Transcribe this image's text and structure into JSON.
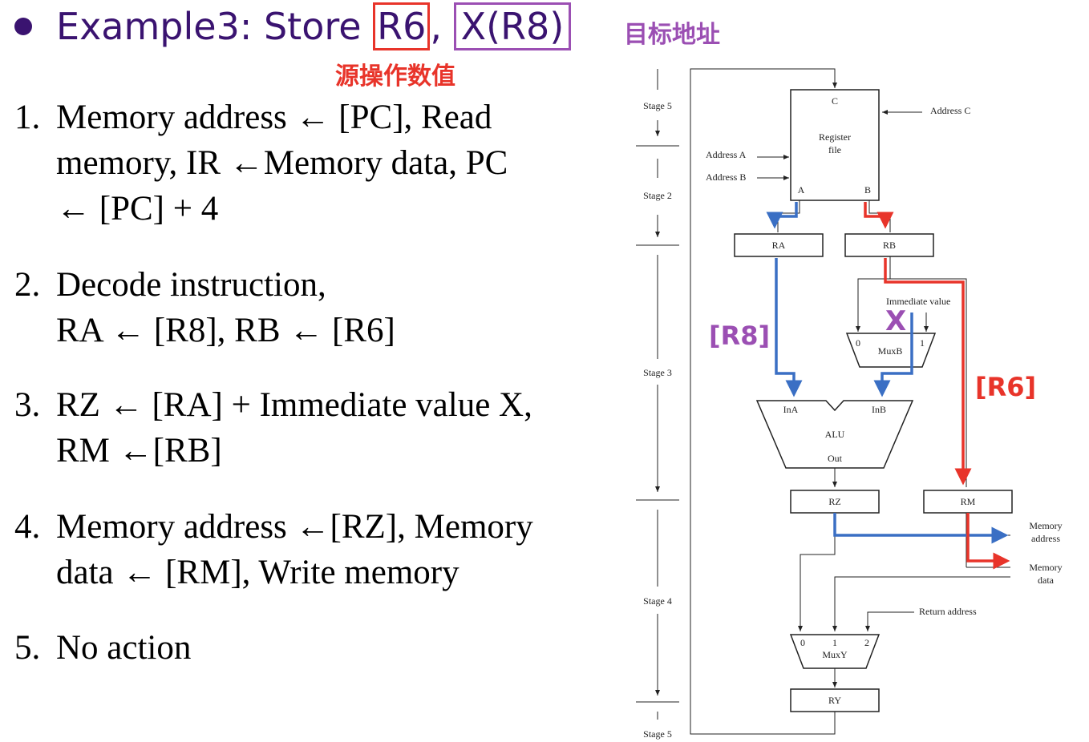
{
  "title": {
    "prefix": "Example3: Store ",
    "src_reg": "R6",
    "sep": ",",
    "dst": "X(R8)"
  },
  "annotations": {
    "dst_zh": "目标地址",
    "src_zh": "源操作数值",
    "r8_label": "[R8]",
    "r6_label": "[R6]",
    "x_label": "X"
  },
  "steps": [
    {
      "num": "1.",
      "lines": [
        "Memory address ← [PC], Read",
        "memory, IR ←Memory data, PC",
        "← [PC] + 4"
      ]
    },
    {
      "num": "2.",
      "lines": [
        "Decode instruction,",
        "RA ← [R8], RB ← [R6]"
      ]
    },
    {
      "num": "3.",
      "lines": [
        "RZ ← [RA] + Immediate value X,",
        "RM ←[RB]"
      ]
    },
    {
      "num": "4.",
      "lines": [
        "Memory address ←[RZ], Memory",
        "data ← [RM], Write memory"
      ]
    },
    {
      "num": "5.",
      "lines": [
        "No action"
      ]
    }
  ],
  "diagram": {
    "stages": {
      "s5_top": "Stage 5",
      "s2": "Stage 2",
      "s3": "Stage 3",
      "s4": "Stage 4",
      "s5_bottom": "Stage 5"
    },
    "register_file": {
      "label1": "Register",
      "label2": "file",
      "port_c": "C",
      "port_a": "A",
      "port_b": "B"
    },
    "address_c": "Address C",
    "address_a": "Address A",
    "address_b": "Address B",
    "ra": "RA",
    "rb": "RB",
    "immediate": "Immediate value",
    "muxb": {
      "label": "MuxB",
      "in0": "0",
      "in1": "1"
    },
    "alu": {
      "label": "ALU",
      "ina": "InA",
      "inb": "InB",
      "out": "Out"
    },
    "rz": "RZ",
    "rm": "RM",
    "mem_address": [
      "Memory",
      "address"
    ],
    "mem_data": [
      "Memory",
      "data"
    ],
    "return_address": "Return address",
    "muxy": {
      "label": "MuxY",
      "in0": "0",
      "in1": "1",
      "in2": "2"
    },
    "ry": "RY"
  },
  "colors": {
    "title": "#3a1370",
    "red": "#e8342a",
    "blue": "#3a6fc4",
    "purple": "#9b4fb3"
  }
}
